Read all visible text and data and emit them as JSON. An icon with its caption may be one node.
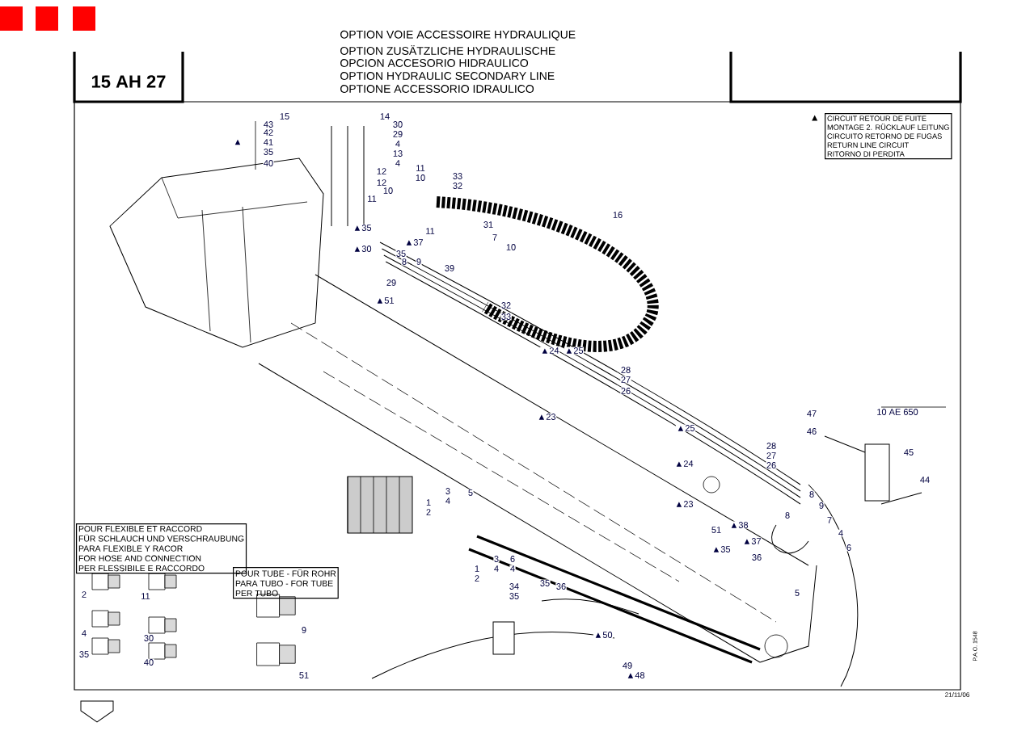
{
  "diagram": {
    "nodes": [
      {
        "text": [
          "15 AH 27"
        ]
      },
      {
        "text": [],
        "shape": "box"
      },
      {
        "text": [
          "CIRCUIT RETOUR DE FUITE",
          "MONTAGE 2. RÜCKLAUF LEITUNG",
          "CIRCUITO RETORNO DE FUGAS",
          "RETURN LINE CIRCUIT",
          "RITORNO DI PERDITA"
        ],
        "beside": [
          "▲"
        ]
      },
      {
        "text": [
          "POUR FLEXIBLE ET RACCORD",
          "FÜR SCHLAUCH UND VERSCHRAUBUNG",
          "PARA FLEXIBLE Y RACOR",
          "FOR HOSE AND CONNECTION",
          "PER FLESSIBILE E RACCORDO"
        ]
      },
      {
        "text": [
          "POUR TUBE - FÜR ROHR",
          "PARA TUBO - FOR TUBE",
          "PER TUBO"
        ]
      }
    ],
    "labels": [
      "OPTION VOIE ACCESSOIRE HYDRAULIQUE",
      "OPTION ZUSÄTZLICHE HYDRAULISCHE",
      "OPCION ACCESORIO HIDRAULICO",
      "OPTION HYDRAULIC SECONDARY LINE",
      "OPTIONE ACCESSORIO IDRAULICO",
      "15",
      "14",
      "43",
      "42",
      "▲",
      "41",
      "35",
      "40",
      "30",
      "29",
      "4",
      "13",
      "4",
      "12",
      "12",
      "11",
      "10",
      "33",
      "32",
      "10",
      "11",
      "31",
      "▲35",
      "11",
      "7",
      "▲30",
      "▲37",
      "10",
      "35",
      "8",
      "9",
      "39",
      "29",
      "▲51",
      "32",
      "33",
      "16",
      "▲24",
      "▲25",
      "28",
      "27",
      "26",
      "▲23",
      "47",
      "10 AE 650",
      "46",
      "▲25",
      "28",
      "27",
      "45",
      "▲24",
      "26",
      "44",
      "8",
      "3",
      "5",
      "1",
      "4",
      "▲23",
      "9",
      "2",
      "8",
      "7",
      "51",
      "▲38",
      "4",
      "▲37",
      "▲35",
      "6",
      "3",
      "6",
      "36",
      "1",
      "4",
      "4",
      "2",
      "35",
      "34",
      "36",
      "5",
      "35",
      "▲50",
      "49",
      "▲48",
      "2",
      "11",
      "4",
      "30",
      "35",
      "40",
      "9",
      "51",
      "21/11/06",
      "P.A.O. 1548"
    ]
  }
}
